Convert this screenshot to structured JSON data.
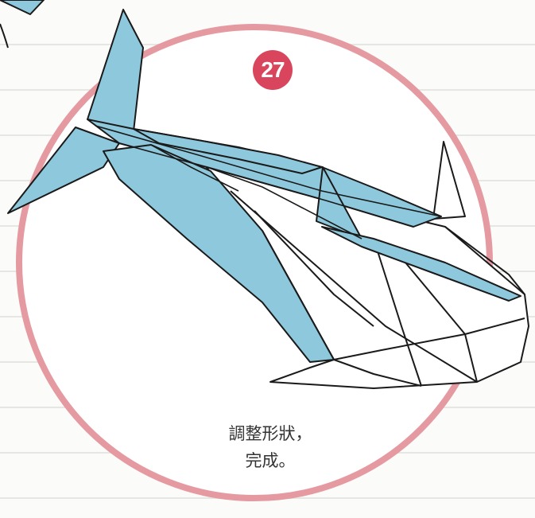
{
  "step": {
    "number": "27"
  },
  "caption": {
    "line1": "調整形狀，",
    "line2": "完成。"
  },
  "colors": {
    "paper_blue": "#8ec8dc",
    "circle_pink": "#e49aa0",
    "badge_red": "#d9455c",
    "outline": "#1a1a1a"
  },
  "icons": {
    "subject": "origami-whale-icon"
  }
}
